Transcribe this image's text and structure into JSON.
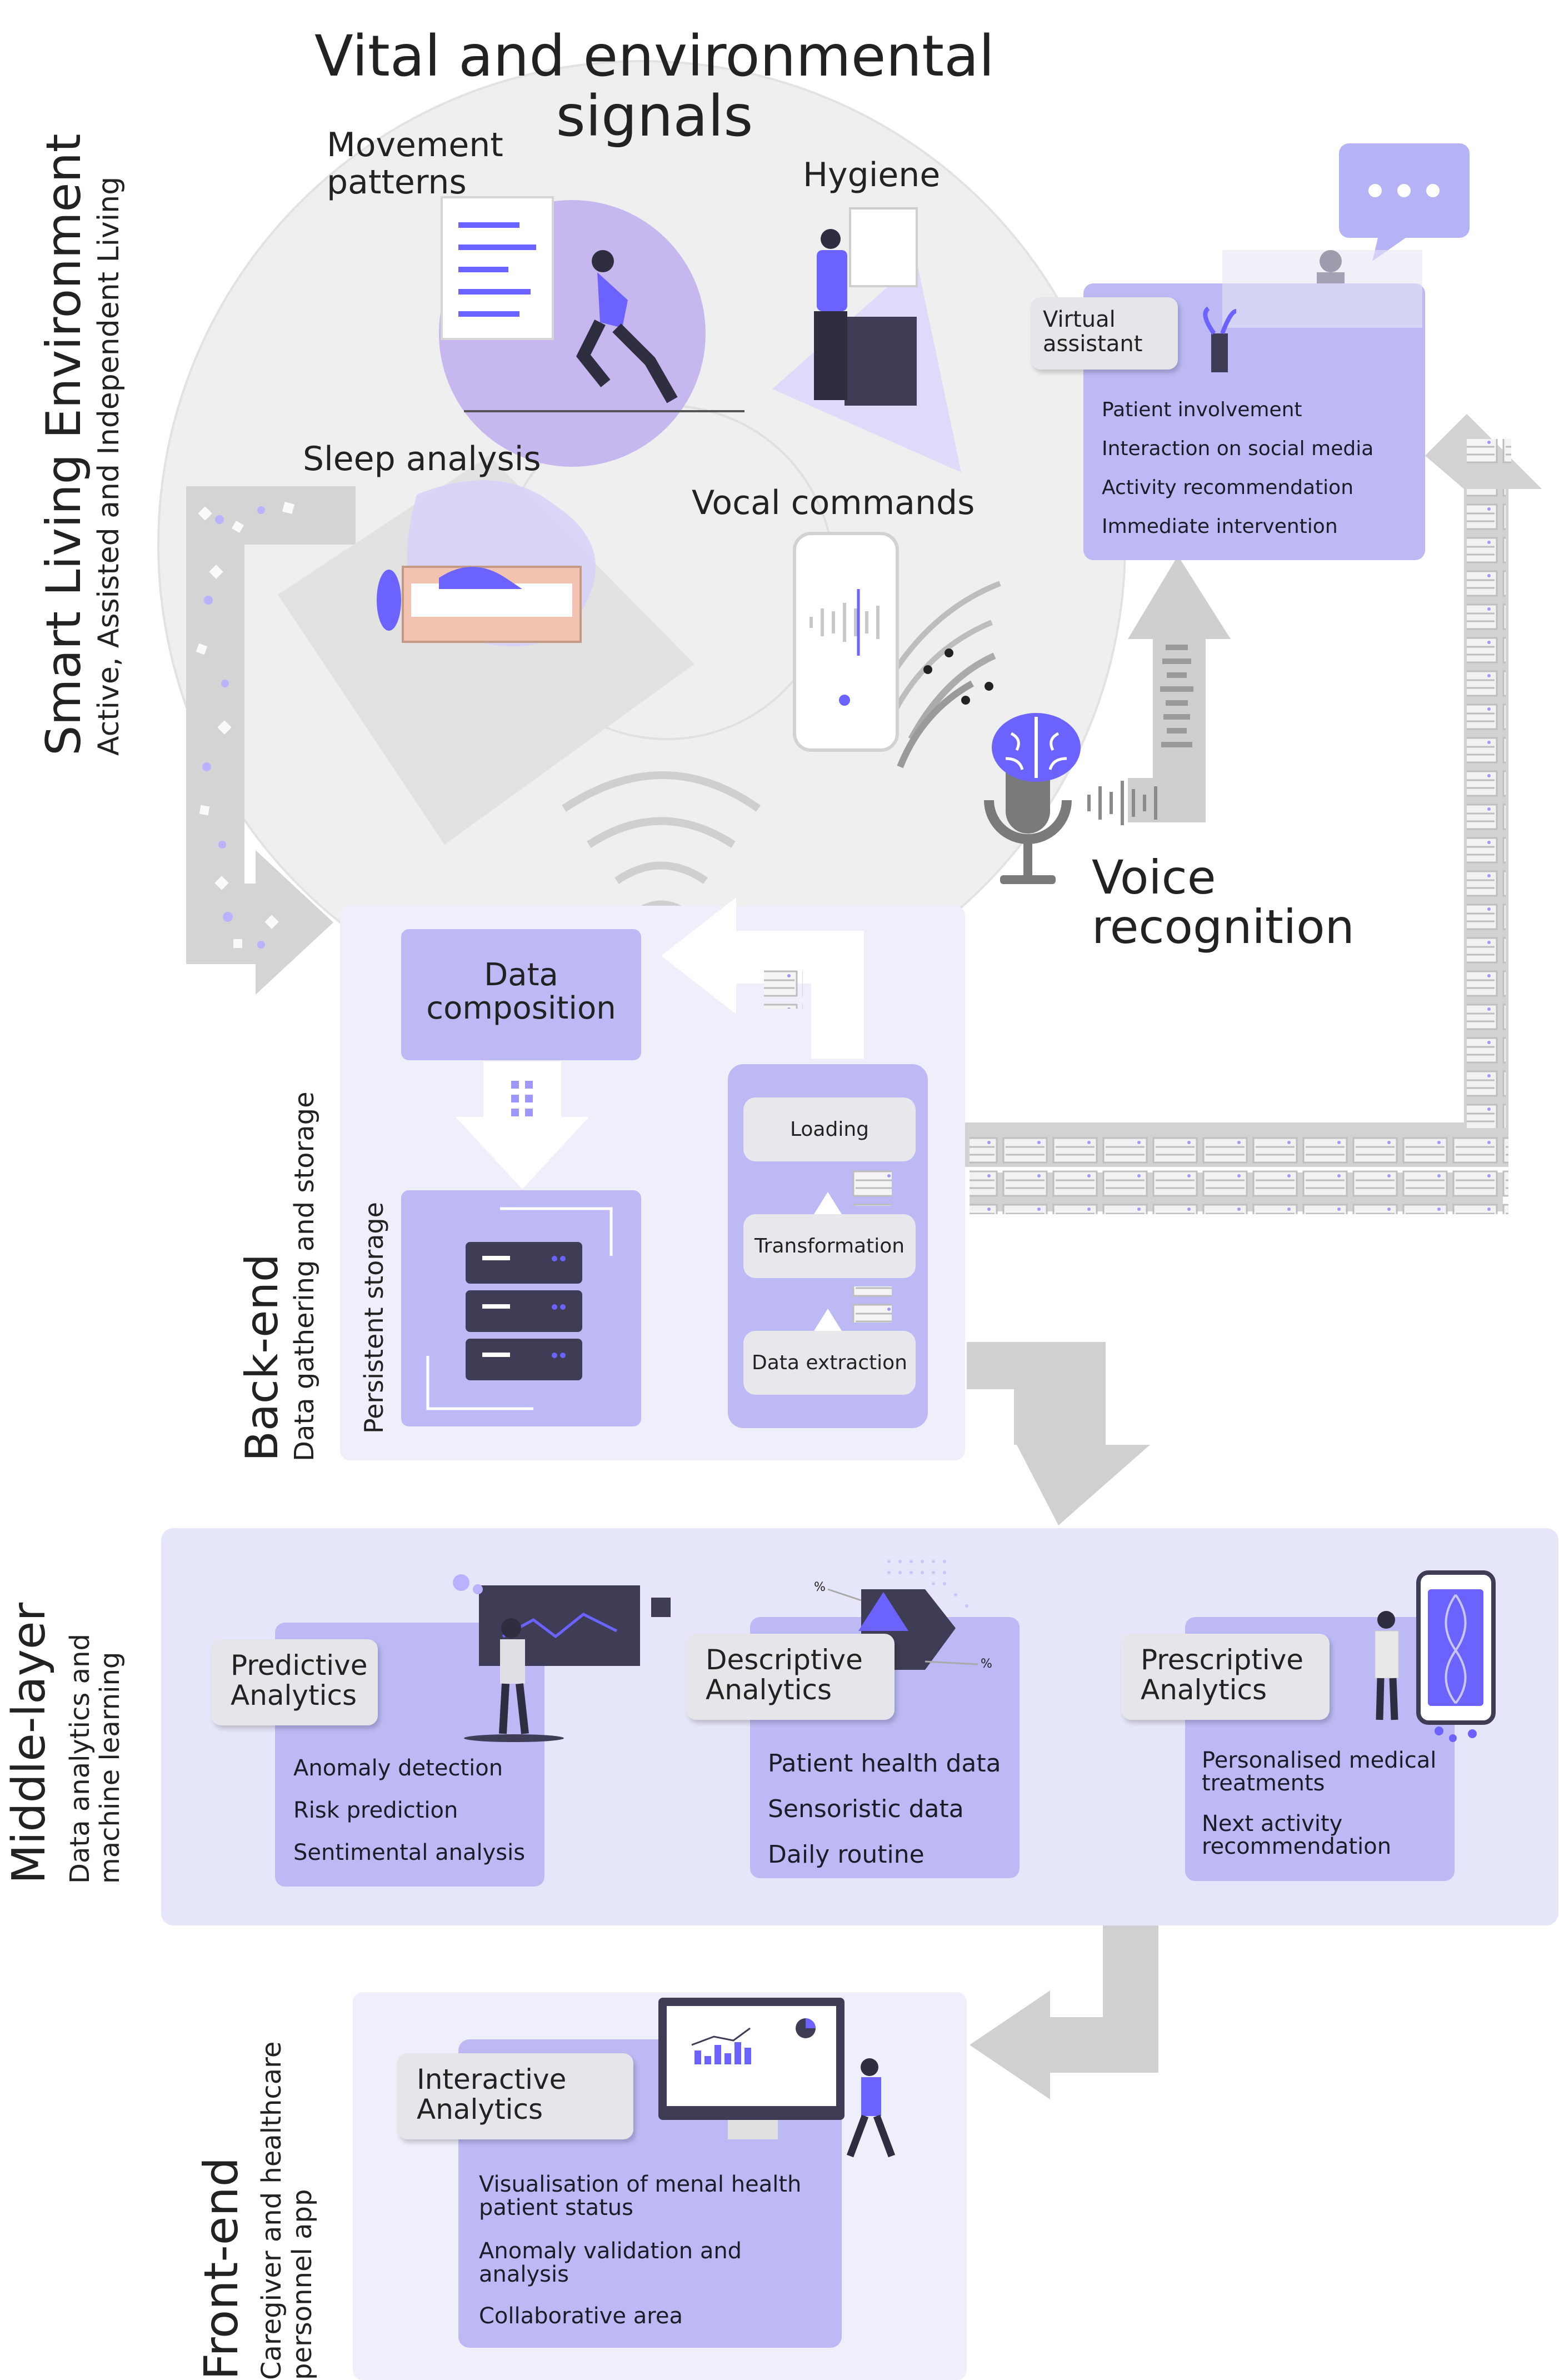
{
  "colors": {
    "accent": "#6c63ff",
    "box_lavender": "#bcb9f4",
    "panel_light": "#efeffb",
    "middle_bg": "#e6e6fa",
    "arrow_grey": "#d3d3d3",
    "circle_grey": "#ededed"
  },
  "top": {
    "title": "Vital and environmental\nsignals",
    "side_title": "Smart Living Environment",
    "side_subtitle": "Active, Assisted and Independent Living",
    "movement": "Movement\npatterns",
    "hygiene": "Hygiene",
    "sleep": "Sleep analysis",
    "vocal": "Vocal commands",
    "voice": "Voice\nrecognition",
    "assistant": {
      "label": "Virtual\nassistant",
      "items": [
        "Patient involvement",
        "Interaction on social media",
        "Activity recommendation",
        "Immediate intervention"
      ]
    }
  },
  "backend": {
    "title": "Back-end",
    "subtitle": "Data gathering and storage",
    "data_composition": "Data\ncomposition",
    "persistent_storage": "Persistent storage",
    "etl": [
      "Loading",
      "Transformation",
      "Data extraction"
    ]
  },
  "middle": {
    "title": "Middle-layer",
    "subtitle": "Data analytics and\nmachine learning",
    "predictive": {
      "label": "Predictive\nAnalytics",
      "items": [
        "Anomaly detection",
        "Risk prediction",
        "Sentimental analysis"
      ]
    },
    "descriptive": {
      "label": "Descriptive\nAnalytics",
      "items": [
        "Patient health data",
        "Sensoristic data",
        "Daily routine"
      ],
      "pct_a": "%",
      "pct_b": "%"
    },
    "prescriptive": {
      "label": "Prescriptive\nAnalytics",
      "items": [
        "Personalised medical\ntreatments",
        "Next activity\nrecommendation"
      ]
    }
  },
  "frontend": {
    "title": "Front-end",
    "subtitle": "Caregiver and healthcare\npersonnel app",
    "interactive": {
      "label": "Interactive\nAnalytics",
      "items": [
        "Visualisation of menal health\npatient status",
        "Anomaly validation and\nanalysis",
        "Collaborative area"
      ]
    }
  }
}
